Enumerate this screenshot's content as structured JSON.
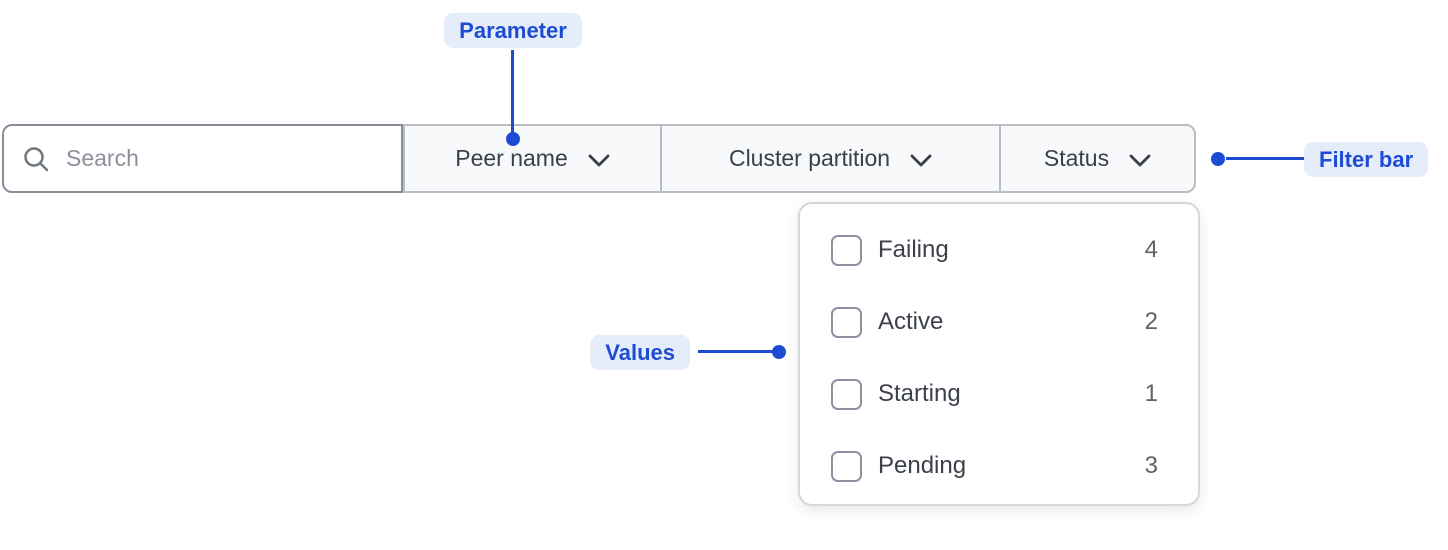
{
  "annotations": {
    "parameter_label": "Parameter",
    "values_label": "Values",
    "filter_bar_label": "Filter bar",
    "accent_color": "#1d4cd3",
    "badge_bg_color": "#e5edfb"
  },
  "filter_bar": {
    "search": {
      "placeholder": "Search",
      "value": "",
      "icon": "magnifier"
    },
    "dropdowns": [
      {
        "label": "Peer name",
        "icon": "chevron-down",
        "expanded": false
      },
      {
        "label": "Cluster partition",
        "icon": "chevron-down",
        "expanded": false
      },
      {
        "label": "Status",
        "icon": "chevron-down",
        "expanded": true
      }
    ]
  },
  "status_dropdown": {
    "items": [
      {
        "label": "Failing",
        "count": "4",
        "checked": false
      },
      {
        "label": "Active",
        "count": "2",
        "checked": false
      },
      {
        "label": "Starting",
        "count": "1",
        "checked": false
      },
      {
        "label": "Pending",
        "count": "3",
        "checked": false
      }
    ]
  }
}
